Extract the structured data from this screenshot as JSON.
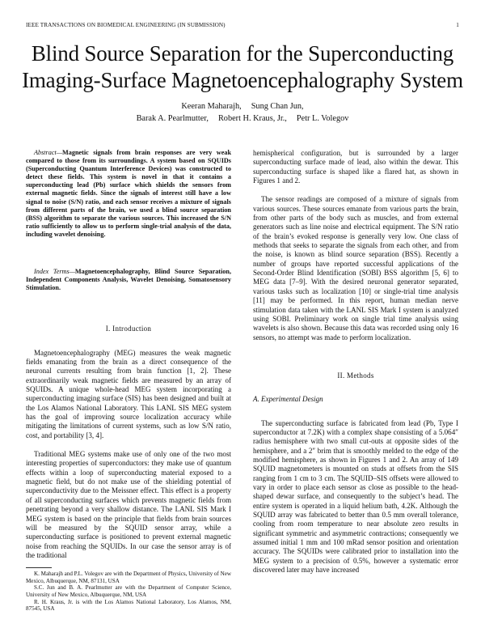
{
  "header": {
    "journal": "IEEE TRANSACTIONS ON BIOMEDICAL ENGINEERING (IN SUBMISSION)",
    "page": "1"
  },
  "title": {
    "line1": "Blind Source Separation for the Superconducting",
    "line2": "Imaging-Surface Magnetoencephalography System"
  },
  "authors": {
    "line1": [
      "Keeran Maharajh,",
      "Sung Chan Jun,"
    ],
    "line2": [
      "Barak A. Pearlmutter,",
      "Robert H. Kraus, Jr.,",
      "Petr L. Volegov"
    ]
  },
  "abstract": {
    "label": "Abstract",
    "text": "Magnetic signals from brain responses are very weak compared to those from its surroundings. A system based on SQUIDs (Superconducting Quantum Interference Devices) was constructed to detect these fields. This system is novel in that it contains a superconducting lead (Pb) surface which shields the sensors from external magnetic fields. Since the signals of interest still have a low signal to noise (S/N) ratio, and each sensor receives a mixture of signals from different parts of the brain, we used a blind source separation (BSS) algorithm to separate the various sources. This increased the S/N ratio sufficiently to allow us to perform single-trial analysis of the data, including wavelet denoising."
  },
  "index_terms": {
    "label": "Index Terms",
    "text": "Magnetoencephalography, Blind Source Separation, Independent Components Analysis, Wavelet Denoising, Somatosensory Stimulation."
  },
  "section1": {
    "heading": "I. Introduction",
    "p1": "Magnetoencephalography (MEG) measures the weak magnetic fields emanating from the brain as a direct consequence of the neuronal currents resulting from brain function [1, 2]. These extraordinarily weak magnetic fields are measured by an array of SQUIDs. A unique whole-head MEG system incorporating a superconducting imaging surface (SIS) has been designed and built at the Los Alamos National Laboratory. This LANL SIS MEG system has the goal of improving source localization accuracy while mitigating the limitations of current systems, such as low S/N ratio, cost, and portability [3, 4].",
    "p2": "Traditional MEG systems make use of only one of the two most interesting properties of superconductors: they make use of quantum effects within a loop of superconducting material exposed to a magnetic field, but do not make use of the shielding potential of superconductivity due to the Meissner effect. This effect is a property of all superconducting surfaces which prevents magnetic fields from penetrating beyond a very shallow distance. The LANL SIS Mark I MEG system is based on the principle that fields from brain sources will be measured by the SQUID sensor array, while a superconducting surface is positioned to prevent external magnetic noise from reaching the SQUIDs. In our case the sensor array is of the traditional"
  },
  "footnotes": [
    "K. Maharajh and P.L. Volegov are with the Department of Physics, University of New Mexico, Albuquerque, NM, 87131, USA",
    "S.C. Jun and B. A. Pearlmutter are with the Department of Computer Science, University of New Mexico, Albuquerque, NM, USA",
    "R. H. Kraus, Jr. is with the Los Alamos National Laboratory, Los Alamos, NM, 87545, USA"
  ],
  "right": {
    "p1": "hemispherical configuration, but is surrounded by a larger superconducting surface made of lead, also within the dewar. This superconducting surface is shaped like a flared hat, as shown in Figures 1 and 2.",
    "p2": "The sensor readings are composed of a mixture of signals from various sources. These sources emanate from various parts the brain, from other parts of the body such as muscles, and from external generators such as line noise and electrical equipment. The S/N ratio of the brain’s evoked response is generally very low. One class of methods that seeks to separate the signals from each other, and from the noise, is known as blind source separation (BSS). Recently a number of groups have reported successful applications of the Second-Order Blind Identification (SOBI) BSS algorithm [5, 6] to MEG data [7–9]. With the desired neuronal generator separated, various tasks such as localization [10] or single-trial time analysis [11] may be performed. In this report, human median nerve stimulation data taken with the LANL SIS Mark I system is analyzed using SOBI. Preliminary work on single trial time analysis using wavelets is also shown. Because this data was recorded using only 16 sensors, no attempt was made to perform localization.",
    "section2_heading": "II. Methods",
    "subsection": "A. Experimental Design",
    "p3": "The superconducting surface is fabricated from lead (Pb, Type I superconductor at 7.2K) with a complex shape consisting of a 5.064″ radius hemisphere with two small cut-outs at opposite sides of the hemisphere, and a 2″ brim that is smoothly melded to the edge of the modified hemisphere, as shown in Figures 1 and 2. An array of 149 SQUID magnetometers is mounted on studs at offsets from the SIS ranging from 1 cm to 3 cm. The SQUID–SIS offsets were allowed to vary in order to place each sensor as close as possible to the head-shaped dewar surface, and consequently to the subject’s head. The entire system is operated in a liquid helium bath, 4.2K. Although the SQUID array was fabricated to better than 0.5 mm overall tolerance, cooling from room temperature to near absolute zero results in significant symmetric and asymmetric contractions; consequently we assumed initial 1 mm and 100 mRad sensor position and orientation accuracy. The SQUIDs were calibrated prior to installation into the MEG system to a precision of 0.5%, however a systematic error discovered later may have increased"
  }
}
